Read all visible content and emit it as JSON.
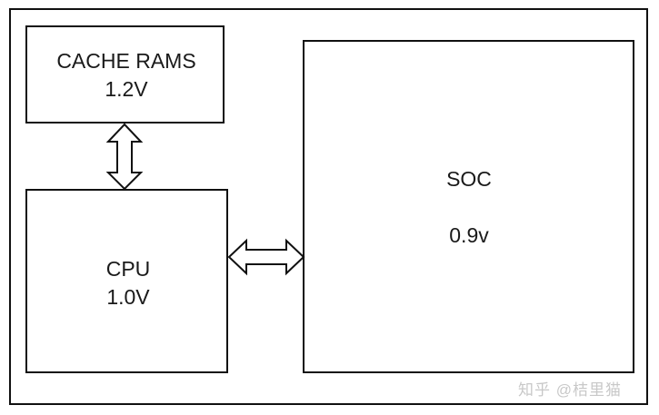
{
  "blocks": {
    "cache": {
      "name": "CACHE RAMS",
      "voltage": "1.2V"
    },
    "cpu": {
      "name": "CPU",
      "voltage": "1.0V"
    },
    "soc": {
      "name": "SOC",
      "voltage": "0.9v"
    }
  },
  "watermark": "知乎 @桔里猫",
  "colors": {
    "line": "#111111",
    "background": "#ffffff",
    "watermark": "#c8c8c8"
  }
}
